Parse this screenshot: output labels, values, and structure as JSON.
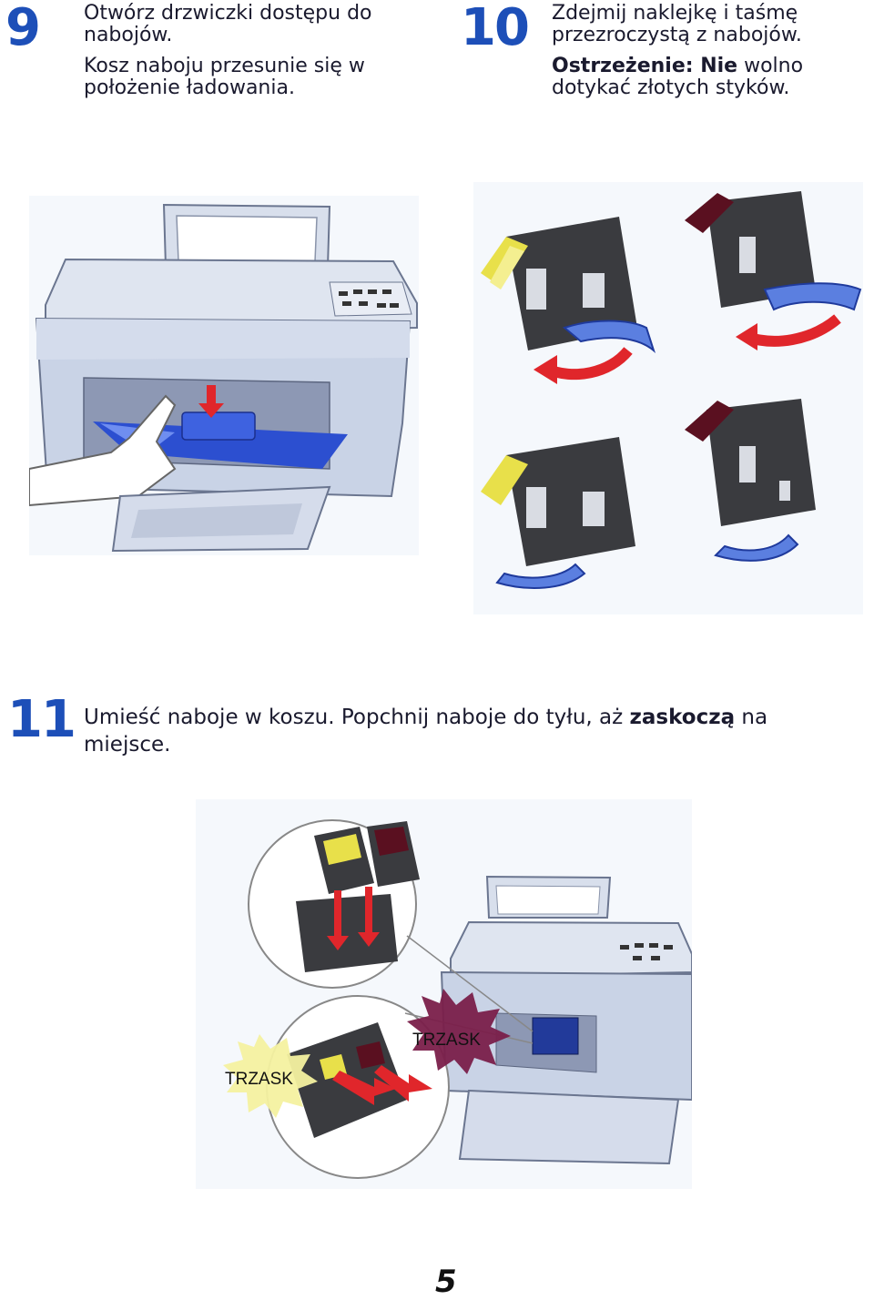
{
  "step9": {
    "number": "9",
    "line1": "Otwórz drzwiczki dostępu do nabojów.",
    "line2": "Kosz naboju przesunie się w położenie ładowania."
  },
  "step10": {
    "number": "10",
    "line1": "Zdejmij naklejkę i taśmę przezroczystą z nabojów.",
    "warning_bold": "Ostrzeżenie: Nie",
    "warning_rest": " wolno dotykać złotych styków."
  },
  "step11": {
    "number": "11",
    "text_start": "Umieść naboje w koszu. Popchnij naboje do tyłu, aż ",
    "text_bold": "zaskoczą",
    "text_end": " na miejsce.",
    "click_label_left": "TRZASK",
    "click_label_right": "TRZASK"
  },
  "page": {
    "number": "5"
  },
  "colors": {
    "step_number": "#1d4fb8",
    "printer_body": "#c9d3e6",
    "tray_blue": "#2c4fd0",
    "arrow_red": "#e0262b",
    "cartridge_dark": "#3a3b3f",
    "color_cap": "#e8e04a",
    "black_cap": "#5a1020",
    "tape_blue": "#5b7fe0"
  }
}
